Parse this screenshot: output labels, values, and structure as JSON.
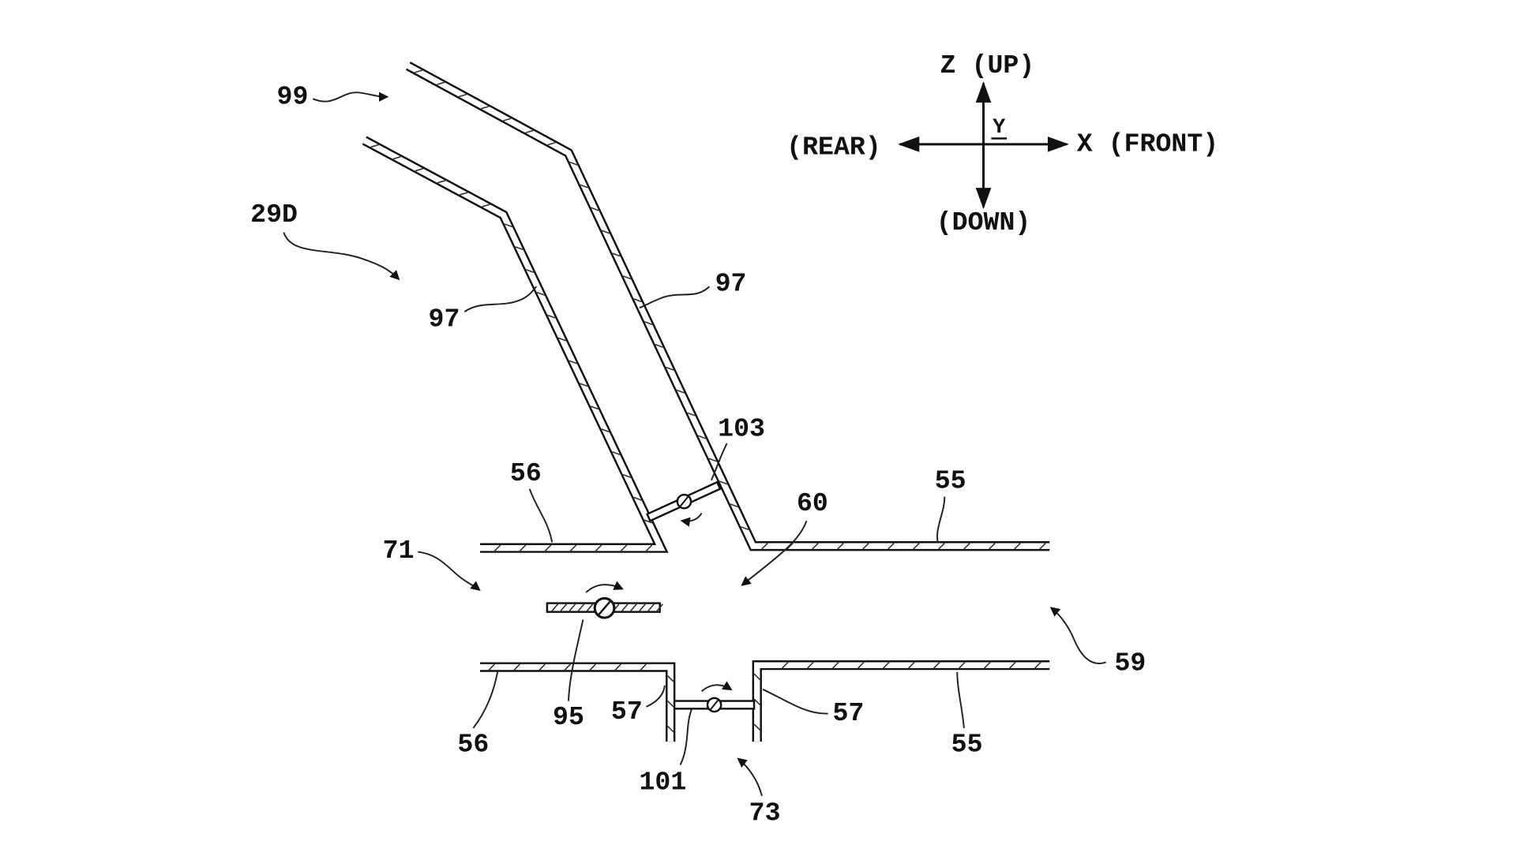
{
  "figure": {
    "reference_labels": {
      "inlet_99": "99",
      "assembly_29d": "29D",
      "duct_wall_97_left": "97",
      "duct_wall_97_right": "97",
      "damper_103": "103",
      "plate_56_upper": "56",
      "plate_55_upper": "55",
      "opening_60": "60",
      "passage_71": "71",
      "passage_59": "59",
      "damper_95": "95",
      "wall_57_left": "57",
      "wall_57_right": "57",
      "plate_56_lower": "56",
      "plate_55_lower": "55",
      "damper_101": "101",
      "opening_73": "73"
    },
    "axes": {
      "z": "Z (UP)",
      "y": "Y",
      "rear": "(REAR)",
      "x": "X (FRONT)",
      "down": "(DOWN)"
    }
  }
}
